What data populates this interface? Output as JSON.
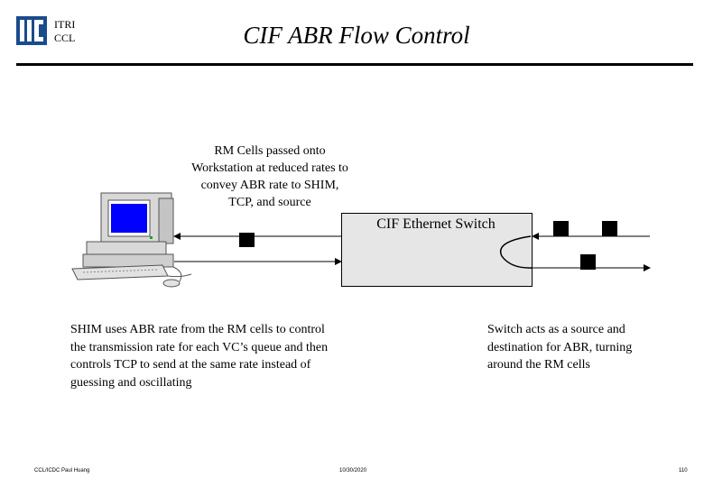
{
  "header": {
    "org_lines": [
      "ITRI",
      "CCL"
    ],
    "title": "CIF ABR Flow Control"
  },
  "diagram": {
    "rm_note_lines": [
      "RM Cells passed onto",
      "Workstation at reduced rates to",
      "convey ABR rate to SHIM,",
      "TCP, and source"
    ],
    "switch_label": "CIF Ethernet Switch",
    "colors": {
      "switch_fill": "#e6e6e6",
      "screen_blue": "#0000ff",
      "computer_body": "#d8d8d8"
    }
  },
  "notes": {
    "shim": "SHIM uses ABR rate from the RM cells to control the transmission rate for each VC’s queue and then controls TCP to send at the same rate instead of guessing and oscillating",
    "switch": "Switch acts as a source and destination for ABR, turning around the RM cells"
  },
  "footer": {
    "left": "CCL/ICDC Paul Huang",
    "date": "10/30/2020",
    "page": "110"
  }
}
